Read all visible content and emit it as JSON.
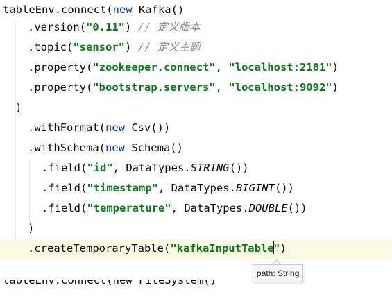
{
  "code": {
    "l1": {
      "a": "tableEnv.connect(",
      "kw": "new",
      "b": " Kafka()"
    },
    "l2": {
      "a": ".version(",
      "s": "\"0.11\"",
      "b": ") ",
      "cm": "// ",
      "cmt": "定义版本"
    },
    "l3": {
      "a": ".topic(",
      "s": "\"sensor\"",
      "b": ") ",
      "cm": "// ",
      "cmt": "定义主题"
    },
    "l4": {
      "a": ".property(",
      "s1": "\"zookeeper.connect\"",
      "b": ", ",
      "s2": "\"localhost:2181\"",
      "c": ")"
    },
    "l5": {
      "a": ".property(",
      "s1": "\"bootstrap.servers\"",
      "b": ", ",
      "s2": "\"localhost:9092\"",
      "c": ")"
    },
    "l6": {
      "a": ")"
    },
    "l7": {
      "a": ".withFormat(",
      "kw": "new",
      "b": " Csv())"
    },
    "l8": {
      "a": ".withSchema(",
      "kw": "new",
      "b": " Schema()"
    },
    "l9": {
      "a": ".field(",
      "s": "\"id\"",
      "b": ", DataTypes.",
      "t": "STRING",
      "c": "())"
    },
    "l10": {
      "a": ".field(",
      "s": "\"timestamp\"",
      "b": ", DataTypes.",
      "t": "BIGINT",
      "c": "())"
    },
    "l11": {
      "a": ".field(",
      "s": "\"temperature\"",
      "b": ", DataTypes.",
      "t": "DOUBLE",
      "c": "())"
    },
    "l12": {
      "a": ")"
    },
    "l13": {
      "a": ".createTemporaryTable(",
      "s": "\"kafkaInputTable",
      "q": "\"",
      "b": ")"
    }
  },
  "tooltip": {
    "text": "path: String"
  }
}
